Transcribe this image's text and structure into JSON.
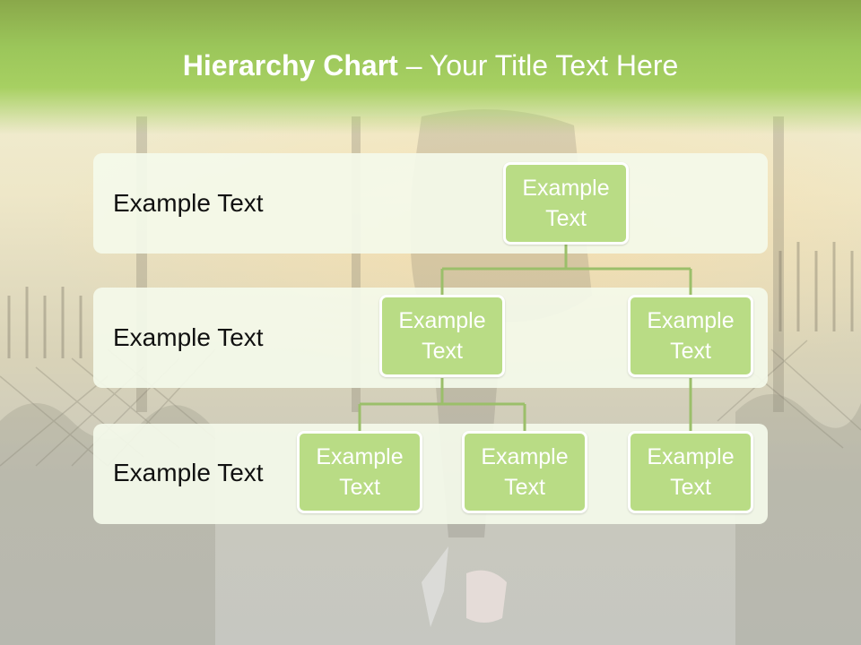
{
  "title": {
    "bold": "Hierarchy Chart",
    "rest": " – Your Title Text Here"
  },
  "bands": [
    {
      "label": "Example Text"
    },
    {
      "label": "Example Text"
    },
    {
      "label": "Example Text"
    }
  ],
  "nodes": [
    {
      "text": "Example\nText"
    },
    {
      "text": "Example\nText"
    },
    {
      "text": "Example\nText"
    },
    {
      "text": "Example\nText"
    },
    {
      "text": "Example\nText"
    },
    {
      "text": "Example\nText"
    }
  ],
  "colors": {
    "title_bar": "#9bc65a",
    "node_fill": "#b9dc85",
    "connector": "#9bbf6a",
    "band_fill": "#f4faea"
  }
}
